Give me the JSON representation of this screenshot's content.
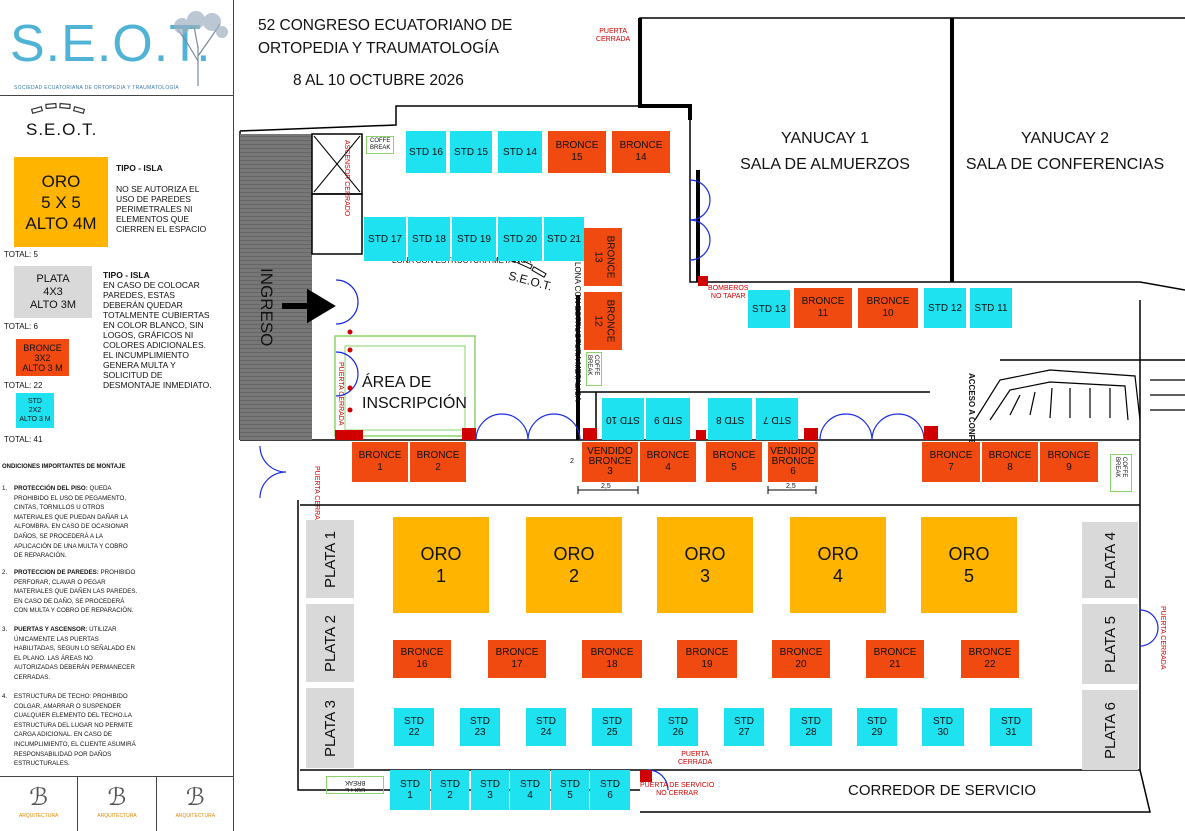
{
  "legend": {
    "logo_text": "S.E.O.T.",
    "logo_subtitle": "SOCIEDAD ECUATORIANA DE ORTOPEDIA Y TRAUMATOLOGÍA",
    "small_logo_text": "S.E.O.T.",
    "oro": {
      "label": "ORO\n5  X 5\nALTO 4M",
      "total": "TOTAL: 5",
      "tipo": "TIPO -  ISLA",
      "desc": "NO SE AUTORIZA EL\nUSO DE PAREDES\nPERIMETRALES NI\nELEMENTOS QUE\nCIERREN EL ESPACIO"
    },
    "plata": {
      "label": "PLATA\n4X3\nALTO 3M",
      "total": "TOTAL: 6",
      "tipo": "TIPO - ISLA",
      "desc": " EN CASO DE COLOCAR\nPAREDES, ESTAS\nDEBERÁN QUEDAR\nTOTALMENTE CUBIERTAS\nEN COLOR BLANCO, SIN\nLOGOS, GRÁFICOS NI\nCOLORES ADICIONALES.\nEL INCUMPLIMIENTO\nGENERA MULTA Y\nSOLICITUD DE\nDESMONTAJE INMEDIATO."
    },
    "bronce": {
      "label": "BRONCE\n3X2\nALTO 3 M",
      "total": "TOTAL: 22"
    },
    "std": {
      "label": "STD\n2X2\nALTO 3 M",
      "total": "TOTAL: 41"
    },
    "conditions_title": "ONDICIONES IMPORTANTES DE MONTAJE",
    "conditions": [
      {
        "num": "1.",
        "bold": "PROTECCIÓN DEL PISO:",
        "text": " QUEDA\nPROHIBIDO EL USO DE PEGAMENTO,\nCINTAS, TORNILLOS U OTROS\nMATERIALES QUE PUEDAN DAÑAR LA\nALFOMBRA. EN CASO DE OCASIONAR\nDAÑOS, SE PROCEDERÁ A LA\nAPLICACIÓN DE UNA MULTA Y COBRO\nDE REPARACIÓN."
      },
      {
        "num": "2.",
        "bold": "PROTECCION DE PAREDES:",
        "text": " PROHIBIDO\nPERFORAR, CLAVAR O PEGAR\nMATERIALES QUE DAÑEN LAS PAREDES.\nEN CASO DE DAÑO, SE PROCEDERÁ\nCON MULTA Y COBRO DE REPARACIÓN."
      },
      {
        "num": "3.",
        "bold": "PUERTAS Y ASCENSOR:",
        "text": " UTILIZAR\nÚNICAMENTE LAS PUERTAS\nHABILITADAS, SEGUN LO SEÑALADO EN\nEL PLANO. LAS ÁREAS NO\nAUTORIZADAS DEBERÁN PERMANECER\nCERRADAS."
      },
      {
        "num": "4.",
        "bold": "",
        "text": "ESTRUCTURA DE TECHO: PROHIBIDO\nCOLGAR, AMARRAR O SUSPENDER\nCUALQUIER ELEMENTO DEL TECHO.LA\nESTRUCTURA DEL LUGAR NO PERMITE\nCARGA ADICIONAL. EN CASO DE\nINCUMPLIMIENTO, EL CLIENTE ASUMIRÁ\nRESPONSABILIDAD POR DAÑOS\nESTRUCTURALES."
      }
    ],
    "footer_caption": "ARQUITECTURA"
  },
  "plan": {
    "title": "52 CONGRESO ECUATORIANO DE\nORTOPEDIA Y TRAUMATOLOGÍA",
    "dates": "8 AL  10 OCTUBRE 2026",
    "rooms": {
      "yanucay1": "YANUCAY 1\nSALA DE ALMUERZOS",
      "yanucay2": "YANUCAY 2\nSALA DE CONFERENCIAS",
      "ingreso": "INGRESO",
      "inscripcion": "ÁREA DE\nINSCRIPCIÓN",
      "corredor": "CORREDOR DE SERVICIO",
      "acceso_conf": "ACCESO A\nCONFERENCIAS",
      "lona_h": "LONA CON ESTRUCTURA METALICA",
      "lona_v": "LONA CON ESTRUCTURA METALICA",
      "seot_floor": "S.E.O.T."
    },
    "notes": {
      "puerta_cerrada_top": "PUERTA\nCERRADA",
      "bomberos": "BOMBEROS\nNO TAPAR",
      "puerta_cerrada_left": "PUERTA\nCERRADA",
      "puerta_cerrada_right": "PUERTA\nCERRADA",
      "puerta_cerrada_bottom": "PUERTA\nCERRADA",
      "puerta_servicio": "PUERTA DE SERVICIO\nNO CERRAR",
      "ascensor": "ASCENSOR\nCERRADO",
      "puerta_inscr": "PUERTA\nCERRADA",
      "coffe_top": "COFFE\nBREAK",
      "coffe_mid": "COFFE\nBREAK",
      "coffe_right": "COFFE\nBREAK",
      "coffe_bottom": "COFFE\nBREAK",
      "dim1": "2,5",
      "dim2": "2,5",
      "dim3": "2"
    },
    "std": {
      "s16": "STD 16",
      "s15": "STD 15",
      "s14": "STD 14",
      "s17": "STD 17",
      "s18": "STD 18",
      "s19": "STD 19",
      "s20": "STD 20",
      "s21": "STD 21",
      "s13": "STD 13",
      "s12": "STD 12",
      "s11": "STD 11",
      "s10": "STD 10",
      "s9": "STD 9",
      "s8": "STD 8",
      "s7": "STD 7",
      "r22": "STD\n22",
      "r23": "STD\n23",
      "r24": "STD\n24",
      "r25": "STD\n25",
      "r26": "STD\n26",
      "r27": "STD\n27",
      "r28": "STD\n28",
      "r29": "STD\n29",
      "r30": "STD\n30",
      "r31": "STD\n31",
      "b1": "STD\n1",
      "b2": "STD\n2",
      "b3": "STD\n3",
      "b4": "STD\n4",
      "b5": "STD\n5",
      "b6": "STD\n6"
    },
    "bronce": {
      "b15": "BRONCE\n15",
      "b14": "BRONCE\n14",
      "b13": "BRONCE\n13",
      "b12": "BRONCE\n12",
      "b11": "BRONCE\n11",
      "b10": "BRONCE\n10",
      "b1": "BRONCE\n1",
      "b2": "BRONCE\n2",
      "b3": "VENDIDO\nBRONCE\n3",
      "b4": "BRONCE\n4",
      "b5": "BRONCE\n5",
      "b6": "VENDIDO\nBRONCE\n6",
      "b7": "BRONCE\n7",
      "b8": "BRONCE\n8",
      "b9": "BRONCE\n9",
      "b16": "BRONCE\n16",
      "b17": "BRONCE\n17",
      "b18": "BRONCE\n18",
      "b19": "BRONCE\n19",
      "b20": "BRONCE\n20",
      "b21": "BRONCE\n21",
      "b22": "BRONCE\n22"
    },
    "oro": {
      "o1": "ORO\n1",
      "o2": "ORO\n2",
      "o3": "ORO\n3",
      "o4": "ORO\n4",
      "o5": "ORO\n5"
    },
    "plata": {
      "p1": "PLATA 1",
      "p2": "PLATA 2",
      "p3": "PLATA 3",
      "p4": "PLATA 4",
      "p5": "PLATA 5",
      "p6": "PLATA 6"
    }
  }
}
